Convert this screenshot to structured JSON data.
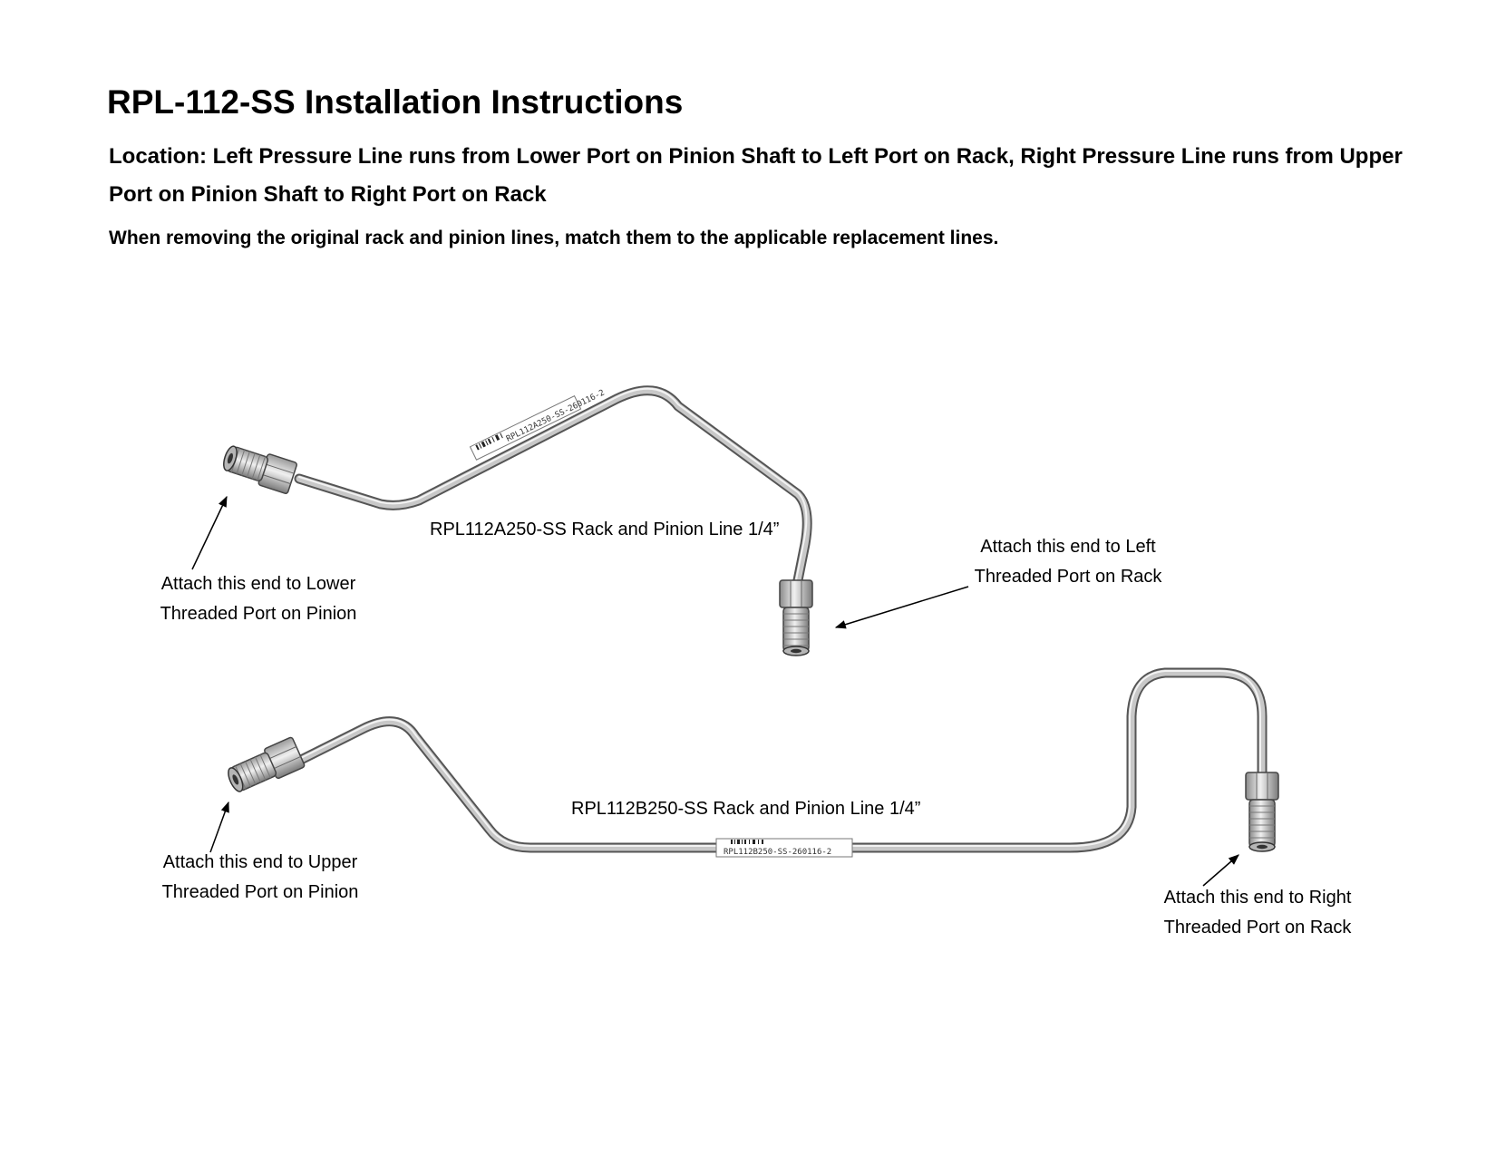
{
  "document": {
    "title": "RPL-112-SS Installation Instructions",
    "location": "Location: Left Pressure Line runs from Lower Port on Pinion Shaft to Left Port on Rack, Right Pressure Line runs from Upper Port on Pinion Shaft to Right Port on Rack",
    "note": "When removing the original rack and pinion lines, match them to the applicable replacement lines."
  },
  "line_a": {
    "name": "RPL112A250-SS Rack and Pinion Line 1/4”",
    "tag": "RPL112A250-SS-260116-2",
    "left_end": {
      "line1": "Attach this end to Lower",
      "line2": "Threaded Port on Pinion"
    },
    "right_end": {
      "line1": "Attach this end to Left",
      "line2": "Threaded Port on Rack"
    }
  },
  "line_b": {
    "name": "RPL112B250-SS Rack and Pinion Line 1/4”",
    "tag": "RPL112B250-SS-260116-2",
    "left_end": {
      "line1": "Attach this end to Upper",
      "line2": "Threaded Port on Pinion"
    },
    "right_end": {
      "line1": "Attach this end to Right",
      "line2": "Threaded Port on Rack"
    }
  },
  "colors": {
    "tube_outline": "#555555",
    "tube_fill": "#c8c8c8",
    "tube_highlight": "#f2f2f2",
    "arrow": "#000000"
  }
}
